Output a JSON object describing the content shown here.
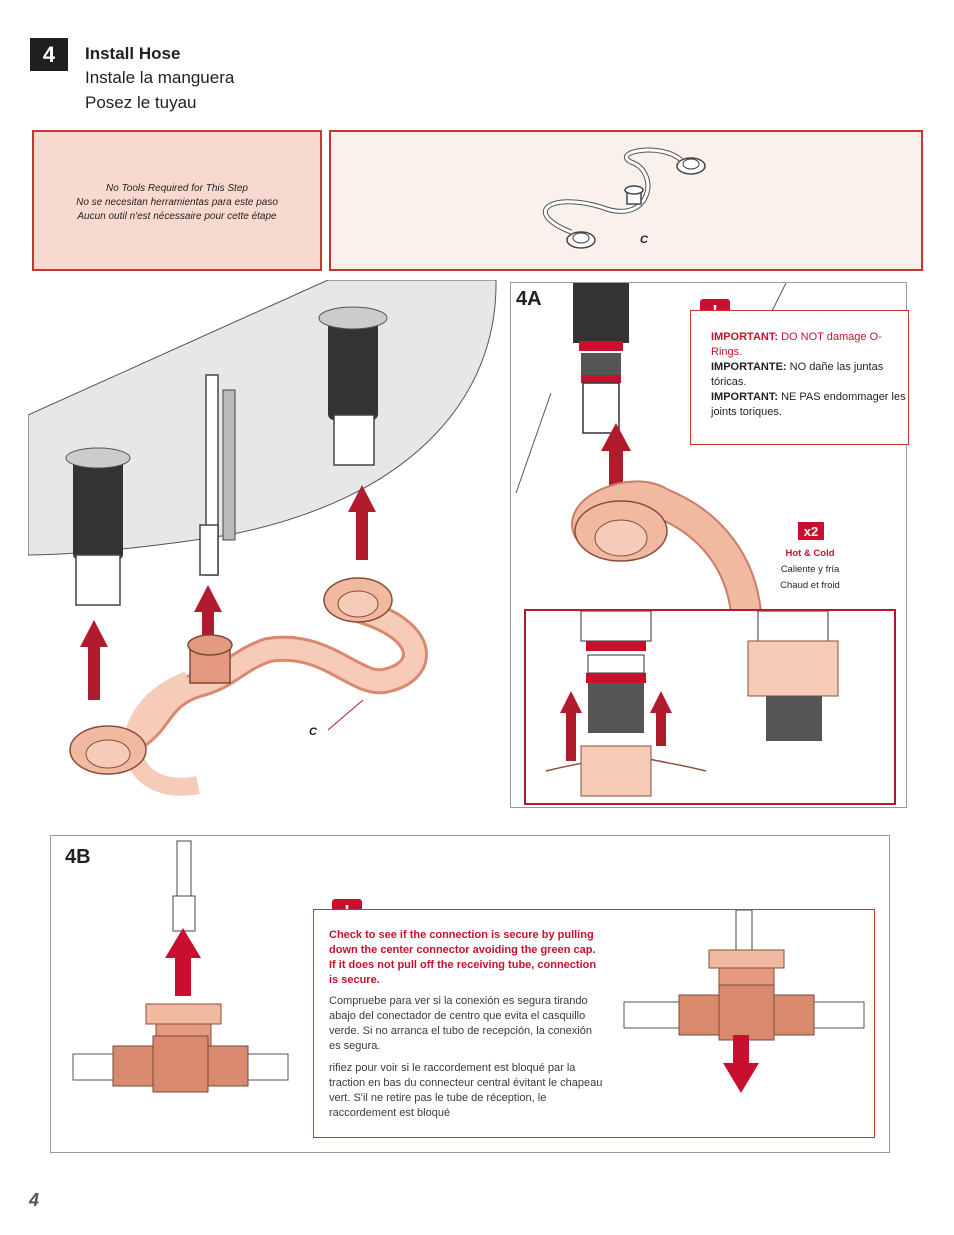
{
  "step": {
    "number": "4",
    "title_en": "Install Hose",
    "title_es": "Instale la manguera",
    "title_fr": "Posez le tuyau"
  },
  "tools": {
    "line1": "No Tools Required for This Step",
    "line2": "No se necesitan herramientas para este paso",
    "line3": "Aucun outil n'est nécessaire pour cette étape"
  },
  "parts": {
    "label": "C"
  },
  "main_illustration": {
    "label": "C"
  },
  "panel_4a": {
    "label": "4A",
    "warning_icon": "!",
    "important_en_prefix": "IMPORTANT:",
    "important_en_text": " DO NOT damage O-Rings.",
    "important_es_prefix": "IMPORTANTE:",
    "important_es_text": " NO dañe las juntas tóricas.",
    "important_fr_prefix": "IMPORTANT:",
    "important_fr_text": " NE PAS endommager les joints toriques.",
    "quantity": "x2",
    "hot_cold_en": "Hot & Cold",
    "hot_cold_es": "Caliente y fría",
    "hot_cold_fr": "Chaud et froid"
  },
  "panel_4b": {
    "label": "4B",
    "warning_icon": "!",
    "check_en": "Check to see if the connection is secure by pulling down the center connector avoiding the green cap.  If it does not pull off the receiving tube, connection is secure.",
    "check_es": "Compruebe para ver si la conexión es segura tirando abajo del conectador de centro que evita el casquillo verde. Si no arranca el tubo de recepción, la conexión es segura.",
    "check_fr": "rifiez pour voir si le raccordement est bloqué par la traction en bas du connecteur central évitant le chapeau vert. S'il ne retire pas le tube de réception, le raccordement est bloqué"
  },
  "page_number": "4",
  "colors": {
    "accent_red": "#c8102e",
    "box_border": "#c8372d",
    "tools_bg": "#f8d9cf",
    "parts_bg": "#fbf1ec",
    "hose": "#f2b9a1",
    "tee": "#d98a6e"
  }
}
